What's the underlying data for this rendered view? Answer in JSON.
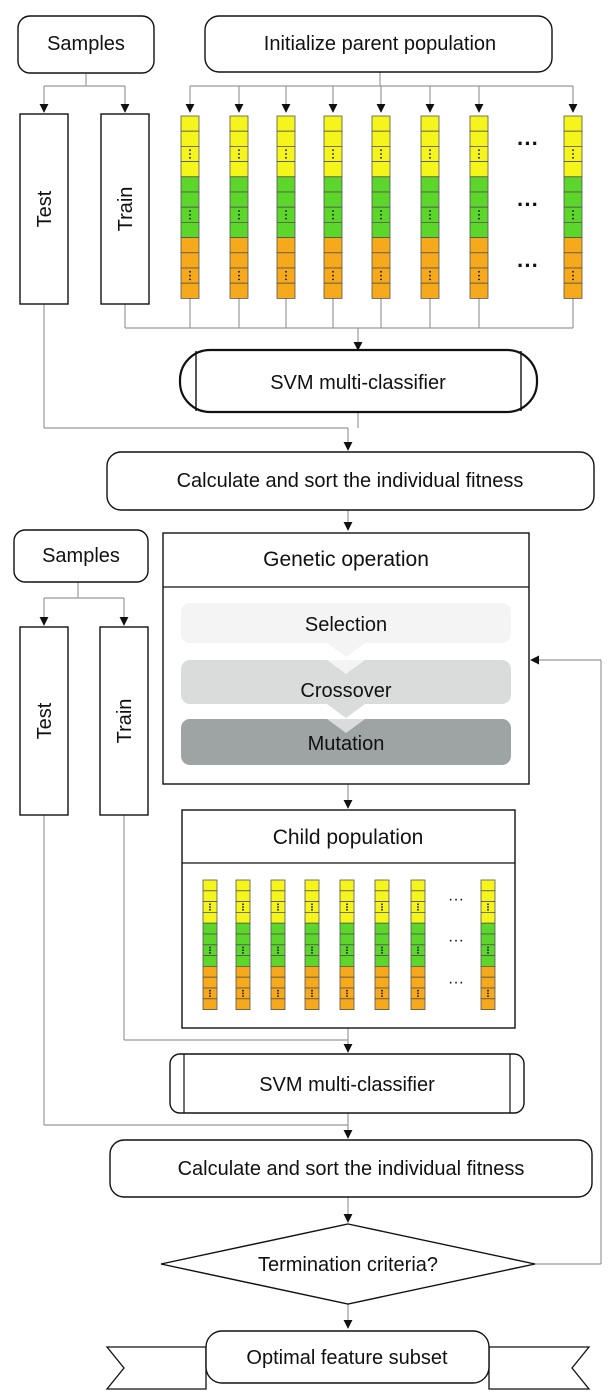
{
  "top": {
    "samples_label": "Samples",
    "init_label": "Initialize parent  population",
    "test_label": "Test",
    "train_label": "Train",
    "ellipsis": "···",
    "svm_label": "SVM multi-classifier",
    "fitness_label": "Calculate  and sort the individual fitness"
  },
  "bottom": {
    "samples_label": "Samples",
    "test_label": "Test",
    "train_label": "Train",
    "genetic": {
      "title": "Genetic operation",
      "steps": [
        "Selection",
        "Crossover",
        "Mutation"
      ]
    },
    "child_label": "Child population",
    "ellipsis": "···",
    "svm_label": "SVM multi-classifier",
    "fitness_label": "Calculate  and sort the individual fitness",
    "termination_label": "Termination criteria?",
    "result_label": "Optimal feature subset"
  },
  "colors": {
    "gene_yellow": "#f5f51c",
    "gene_green": "#5cd62a",
    "gene_orange": "#f6a91a",
    "selection_fill": "#f4f4f4",
    "crossover_fill": "#dadcdc",
    "mutation_fill": "#9ea3a3",
    "line": "#999999"
  },
  "icons": {
    "ellipsis": "horizontal-ellipsis-icon",
    "arrow": "arrowhead-icon"
  }
}
